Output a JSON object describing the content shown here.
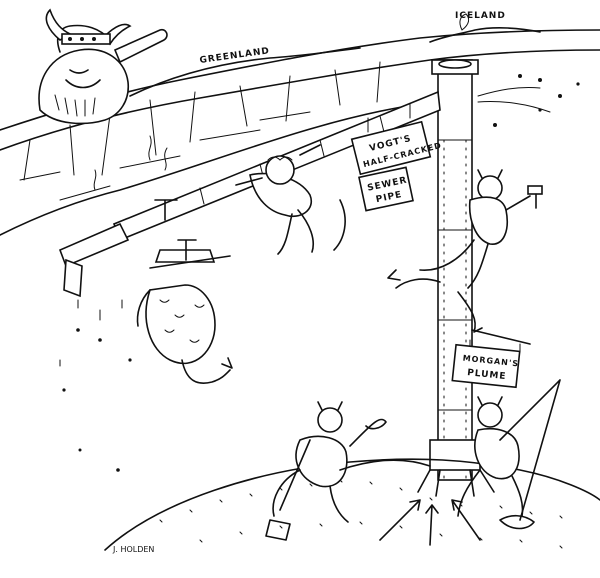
{
  "labels": {
    "greenland": "GREENLAND",
    "iceland": "ICELAND",
    "sign_vogt_line1": "VOGT'S",
    "sign_vogt_line2": "HALF-CRACKED",
    "sign_sewer_line1": "SEWER",
    "sign_sewer_line2": "PIPE",
    "sign_morgan_line1": "MORGAN'S",
    "sign_morgan_line2": "PLUME",
    "signature": "J. HOLDEN"
  },
  "colors": {
    "ink": "#111111",
    "paper": "#ffffff"
  }
}
